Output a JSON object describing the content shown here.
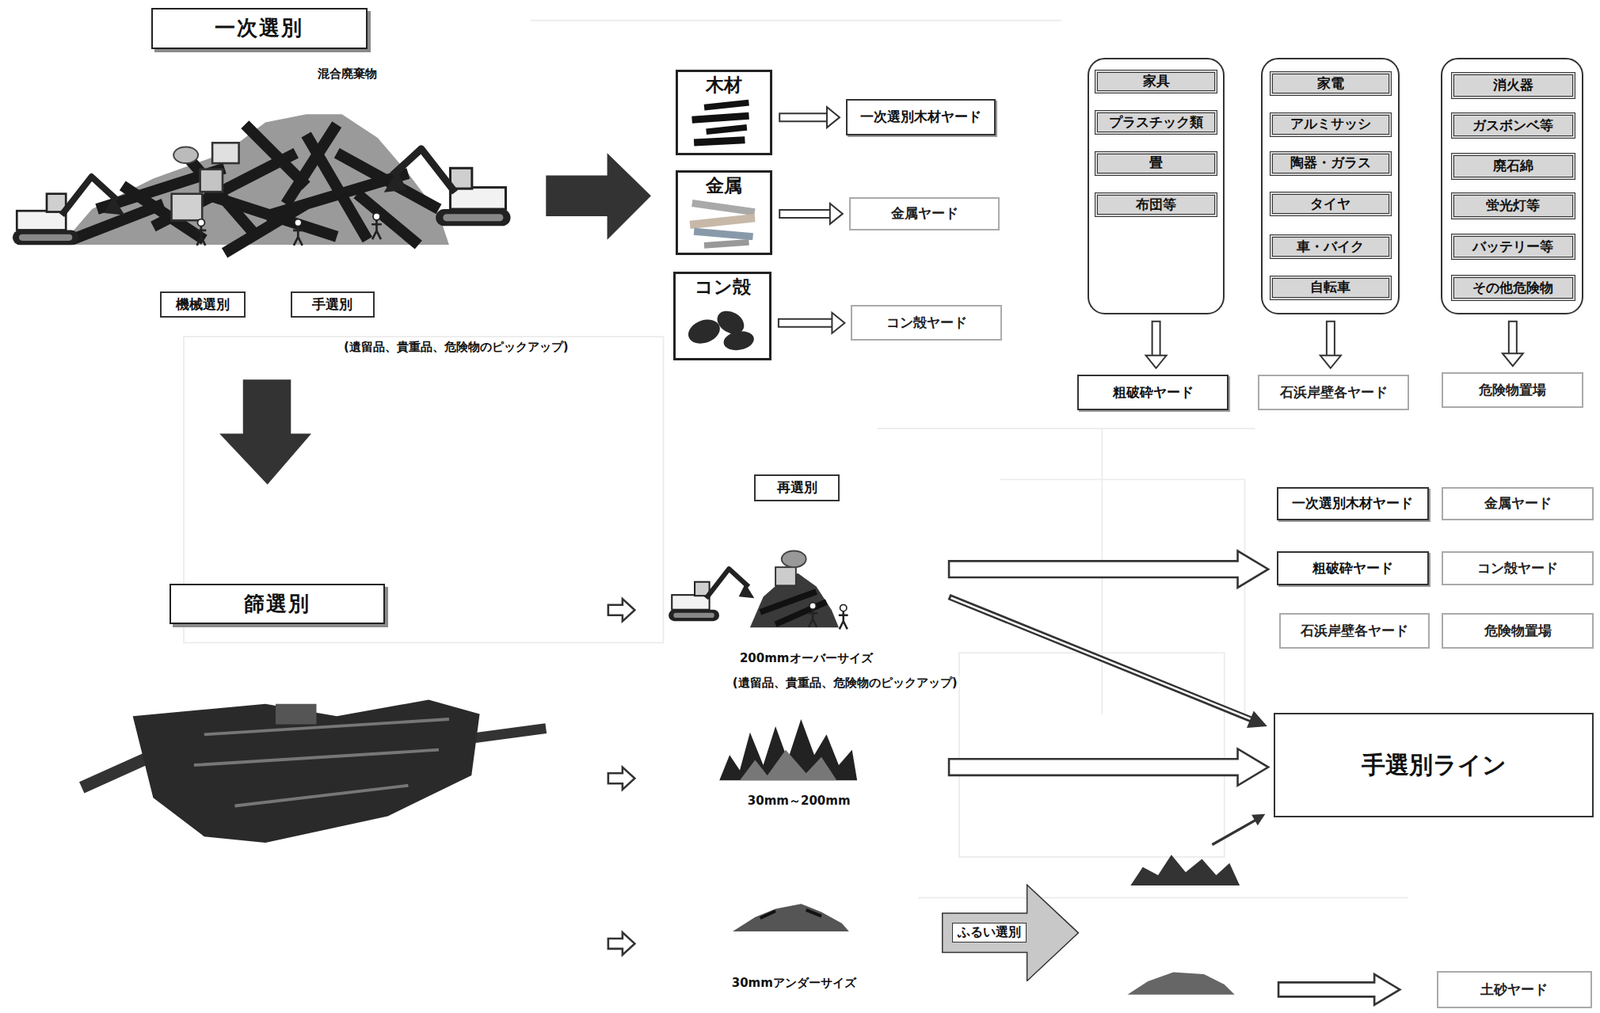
{
  "diagram": {
    "nodes": [
      {
        "text": [
          "一次選別"
        ]
      },
      {
        "text": [
          "機械選別"
        ]
      },
      {
        "text": [
          "手選別"
        ]
      },
      {
        "text": [
          "木材"
        ]
      },
      {
        "text": [
          "一次選別木材ヤード"
        ]
      },
      {
        "text": [
          "金属"
        ]
      },
      {
        "text": [
          "金属ヤード"
        ]
      },
      {
        "text": [
          "コン殻"
        ]
      },
      {
        "text": [
          "コン殻ヤード"
        ]
      },
      {
        "text": []
      },
      {
        "text": [
          "家具"
        ],
        "in": 9
      },
      {
        "text": [
          "プラスチック類"
        ],
        "in": 9
      },
      {
        "text": [
          "畳"
        ],
        "in": 9
      },
      {
        "text": [
          "布団等"
        ],
        "in": 9
      },
      {
        "text": []
      },
      {
        "text": [
          "家電"
        ],
        "in": 14
      },
      {
        "text": [
          "アルミサッシ"
        ],
        "in": 14
      },
      {
        "text": [
          "陶器・ガラス"
        ],
        "in": 14
      },
      {
        "text": [
          "タイヤ"
        ],
        "in": 14
      },
      {
        "text": [
          "車・バイク"
        ],
        "in": 14
      },
      {
        "text": [
          "自転車"
        ],
        "in": 14
      },
      {
        "text": []
      },
      {
        "text": [
          "消火器"
        ],
        "in": 21
      },
      {
        "text": [
          "ガスボンベ等"
        ],
        "in": 21
      },
      {
        "text": [
          "廃石綿"
        ],
        "in": 21
      },
      {
        "text": [
          "蛍光灯等"
        ],
        "in": 21
      },
      {
        "text": [
          "バッテリー等"
        ],
        "in": 21
      },
      {
        "text": [
          "その他危険物"
        ],
        "in": 21
      },
      {
        "text": [
          "粗破砕ヤード"
        ]
      },
      {
        "text": [
          "石浜岸壁各ヤード"
        ]
      },
      {
        "text": [
          "危険物置場"
        ]
      },
      {
        "text": [
          "再選別"
        ]
      },
      {
        "text": [
          "篩選別"
        ]
      },
      {
        "text": [
          "一次選別木材ヤード"
        ]
      },
      {
        "text": [
          "金属ヤード"
        ]
      },
      {
        "text": [
          "粗破砕ヤード"
        ]
      },
      {
        "text": [
          "コン殻ヤード"
        ]
      },
      {
        "text": [
          "石浜岸壁各ヤード"
        ]
      },
      {
        "text": [
          "危険物置場"
        ]
      },
      {
        "text": [
          "手選別ライン"
        ]
      },
      {
        "text": [
          "ふるい選別"
        ]
      },
      {
        "text": [
          "土砂ヤード"
        ]
      }
    ],
    "edges": [
      {
        "from": 3,
        "to": 4,
        "arrow": "to"
      },
      {
        "from": 5,
        "to": 6,
        "arrow": "to"
      },
      {
        "from": 7,
        "to": 8,
        "arrow": "to"
      },
      {
        "from": 9,
        "to": 28,
        "arrow": "to"
      },
      {
        "from": 14,
        "to": 29,
        "arrow": "to"
      },
      {
        "from": 21,
        "to": 30,
        "arrow": "to"
      }
    ],
    "labels": [
      "混合廃棄物",
      "(遺留品、貴重品、危険物のピックアップ)",
      "200mmオーバーサイズ",
      "(遺留品、貴重品、危険物のピックアップ)",
      "30mm～200mm",
      "30mmアンダーサイズ"
    ]
  }
}
